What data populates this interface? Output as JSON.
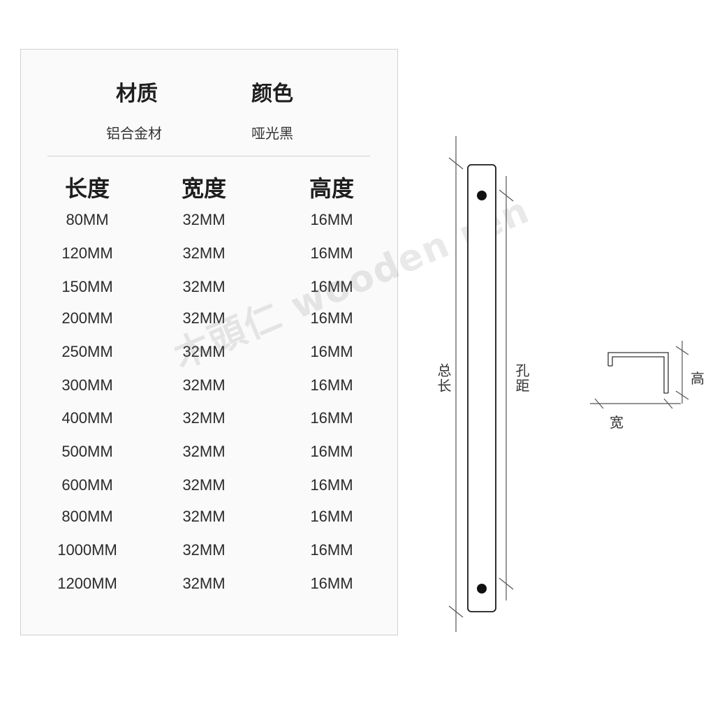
{
  "spec": {
    "material_heading": "材质",
    "color_heading": "颜色",
    "material_value": "铝合金材",
    "color_value": "哑光黑",
    "columns": [
      "长度",
      "宽度",
      "高度"
    ],
    "rows": [
      [
        "80MM",
        "32MM",
        "16MM"
      ],
      [
        "120MM",
        "32MM",
        "16MM"
      ],
      [
        "150MM",
        "32MM",
        "16MM"
      ],
      [
        "200MM",
        "32MM",
        "16MM"
      ],
      [
        "250MM",
        "32MM",
        "16MM"
      ],
      [
        "300MM",
        "32MM",
        "16MM"
      ],
      [
        "400MM",
        "32MM",
        "16MM"
      ],
      [
        "500MM",
        "32MM",
        "16MM"
      ],
      [
        "600MM",
        "32MM",
        "16MM"
      ],
      [
        "800MM",
        "32MM",
        "16MM"
      ],
      [
        "1000MM",
        "32MM",
        "16MM"
      ],
      [
        "1200MM",
        "32MM",
        "16MM"
      ]
    ]
  },
  "watermark": "木頭仁 wooden ren",
  "drawing": {
    "total_length_label": "总长",
    "hole_distance_label": "孔距",
    "height_label": "高",
    "width_label": "宽"
  },
  "colors": {
    "line": "#555555",
    "handle": "#1a1a1a",
    "hole": "#111111",
    "border": "#cfcfcf"
  }
}
